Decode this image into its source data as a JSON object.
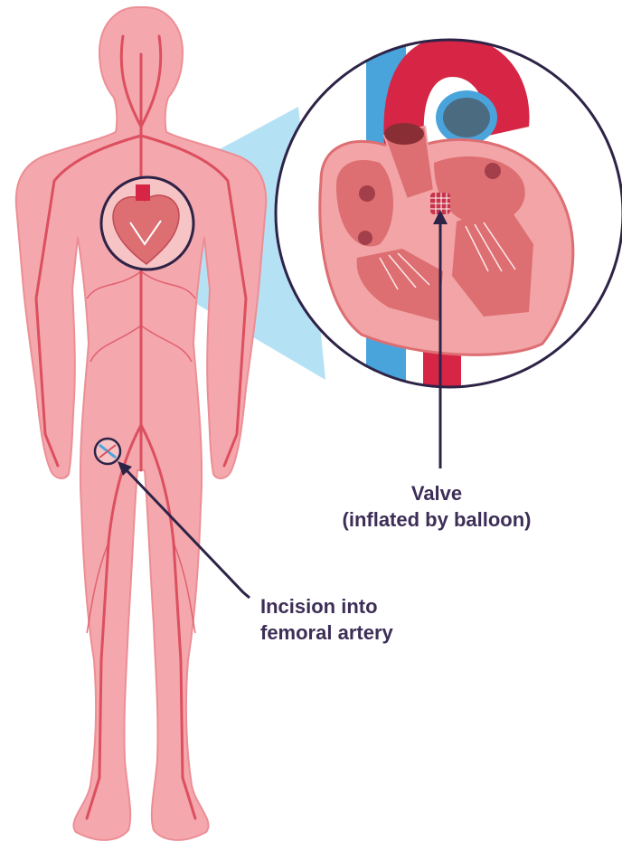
{
  "labels": {
    "valve": {
      "line1": "Valve",
      "line2": "(inflated by balloon)"
    },
    "incision": {
      "line1": "Incision into",
      "line2": "femoral artery"
    }
  },
  "colors": {
    "label_text": "#3d2e57",
    "leader_line": "#2e2347",
    "body_fill": "#f4a8ad",
    "body_outline": "#ec8e95",
    "artery": "#dc4f5f",
    "magnifier_beam": "#5bbde8",
    "heart_outer": "#f2a4a6",
    "heart_muscle": "#dd6e72",
    "aorta": "#d62545",
    "vena_cava": "#49a4dc",
    "valve_stent": "#c8334a"
  },
  "icons": {
    "heart": "heart-cross-section-icon",
    "incision_marker": "incision-marker-icon"
  }
}
